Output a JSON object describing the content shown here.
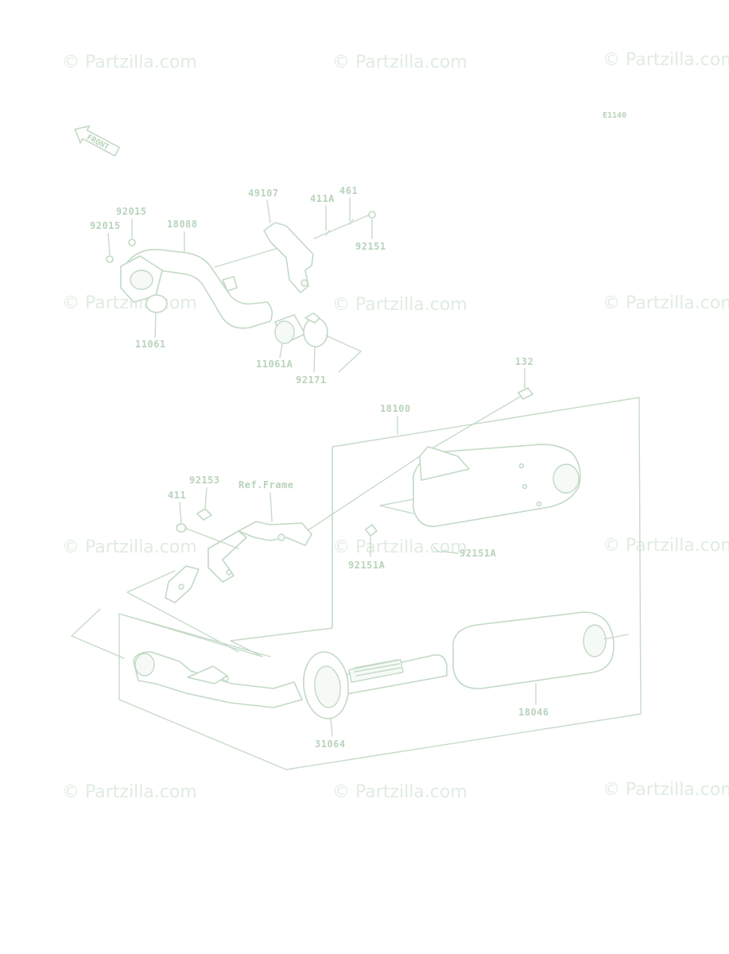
{
  "diagram": {
    "code": "E1140",
    "front_label": "FRONT",
    "ref_label": "Ref.Frame",
    "watermark": "© Partzilla.com",
    "parts": [
      {
        "id": "49107",
        "label": "49107"
      },
      {
        "id": "411A",
        "label": "411A"
      },
      {
        "id": "461",
        "label": "461"
      },
      {
        "id": "92151",
        "label": "92151"
      },
      {
        "id": "92015a",
        "label": "92015"
      },
      {
        "id": "92015b",
        "label": "92015"
      },
      {
        "id": "18088",
        "label": "18088"
      },
      {
        "id": "11061",
        "label": "11061"
      },
      {
        "id": "11061A",
        "label": "11061A"
      },
      {
        "id": "92171",
        "label": "92171"
      },
      {
        "id": "132",
        "label": "132"
      },
      {
        "id": "18100",
        "label": "18100"
      },
      {
        "id": "92153",
        "label": "92153"
      },
      {
        "id": "411",
        "label": "411"
      },
      {
        "id": "92151A-a",
        "label": "92151A"
      },
      {
        "id": "92151A-b",
        "label": "92151A"
      },
      {
        "id": "18046",
        "label": "18046"
      },
      {
        "id": "31064",
        "label": "31064"
      }
    ]
  }
}
